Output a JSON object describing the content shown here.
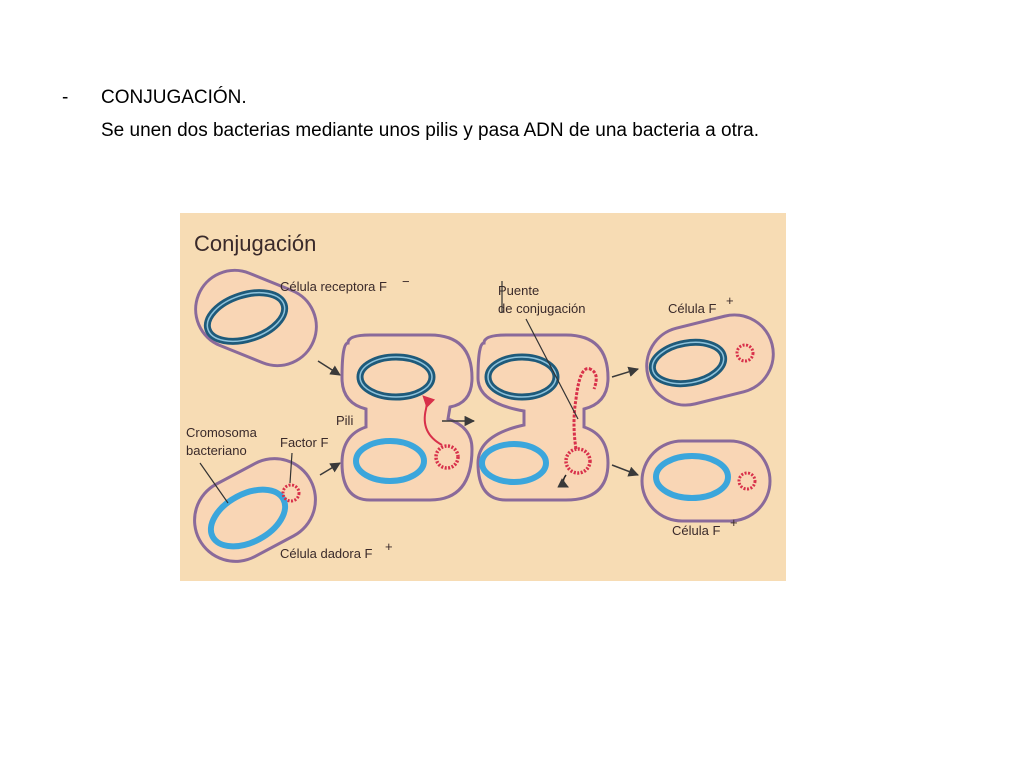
{
  "slide": {
    "bullet": "-",
    "heading": "CONJUGACIÓN.",
    "description": "Se unen dos bacterias mediante unos pilis y pasa ADN de una bacteria a otra."
  },
  "figure": {
    "title": "Conjugación",
    "labels": {
      "receptor": "Célula receptora F",
      "receptor_sign": "−",
      "donor": "Célula dadora F",
      "donor_sign": "+",
      "chromosome_1": "Cromosoma",
      "chromosome_2": "bacteriano",
      "factor": "Factor F",
      "pili": "Pili",
      "bridge_1": "Puente",
      "bridge_2": "de conjugación",
      "result_top": "Célula F",
      "result_top_sign": "+",
      "result_bottom": "Célula F",
      "result_bottom_sign": "+"
    },
    "colors": {
      "background": "#f7dcb4",
      "cell_fill": "#f9d6b5",
      "cell_outline": "#8a6a9a",
      "dark_chromosome": "#1e5a7a",
      "light_chromosome": "#3ba6dc",
      "plasmid": "#d8304a"
    }
  }
}
